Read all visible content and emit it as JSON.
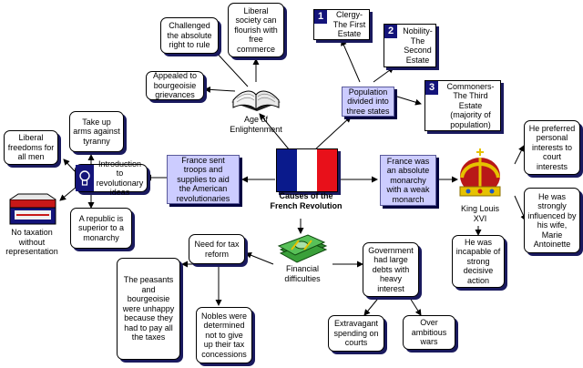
{
  "center": {
    "title": "Causes of the French Revolution"
  },
  "enlightenment": {
    "label": "Age of Enlightenment",
    "challenged": "Challenged the absolute right to rule",
    "liberal_society": "Liberal society can flourish with free commerce",
    "bourgeoisie": "Appealed to bourgeoisie grievances"
  },
  "estates": {
    "population": "Population divided into three states",
    "clergy_num": "1",
    "clergy": "Clergy- The First Estate",
    "nobility_num": "2",
    "nobility": "Nobility- The Second Estate",
    "commoners_num": "3",
    "commoners": "Commoners- The Third Estate (majority of population)"
  },
  "america": {
    "france_sent": "France sent troops and supplies to aid the American revolutionaries",
    "intro_ideas": "Introduction to revolutionary ideas",
    "take_up_arms": "Take up arms against tyranny",
    "liberal_freedoms": "Liberal freedoms for all men",
    "republic": "A republic is superior to a monarchy",
    "no_taxation": "No taxation without representation"
  },
  "monarchy": {
    "absolute": "France was an absolute monarchy with a weak monarch",
    "king": "King Louis XVI",
    "preferred": "He preferred personal interests to court interests",
    "influenced": "He was strongly influenced by his wife, Marie Antoinette",
    "incapable": "He was incapable of strong decisive action"
  },
  "finance": {
    "label": "Financial difficulties",
    "tax_reform": "Need for tax reform",
    "peasants": "The peasants and bourgeoisie were unhappy because they had to pay all the taxes",
    "nobles": "Nobles were determined not to give up their tax concessions",
    "debts": "Government had large debts with heavy interest",
    "extravagant": "Extravagant spending on courts",
    "wars": "Over ambitious wars"
  },
  "colors": {
    "primary_box": "#ccccff",
    "shadow": "#1a1a5e",
    "flag_blue": "#0a1a8c",
    "flag_red": "#e8101a",
    "number_tag": "#14147a"
  }
}
